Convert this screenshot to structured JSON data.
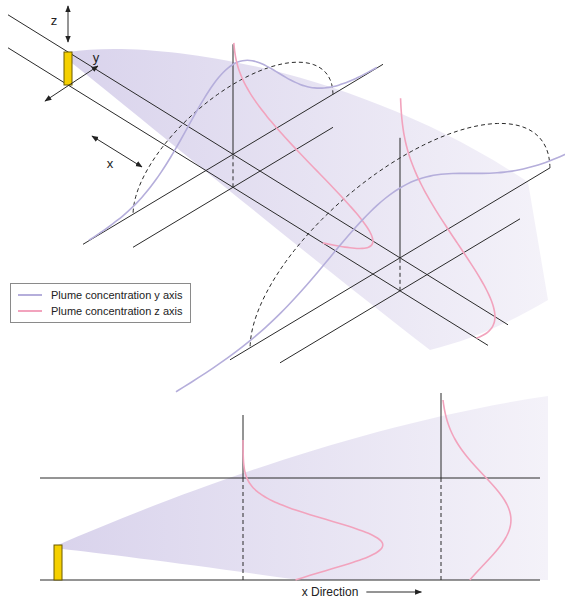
{
  "diagram": {
    "labels": [
      "z",
      "y",
      "x",
      "x Direction"
    ],
    "legend": [
      {
        "text": "Plume concentration y axis"
      },
      {
        "text": "Plume concentration z axis"
      }
    ]
  }
}
